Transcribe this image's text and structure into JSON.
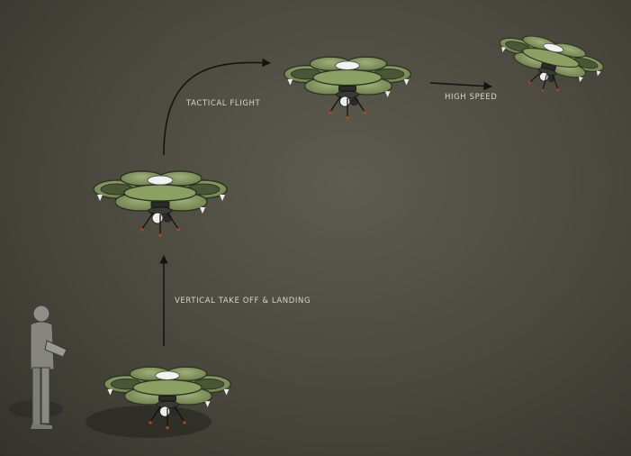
{
  "labels": {
    "tactical_flight": "TACTICAL FLIGHT",
    "high_speed": "HIGH SPEED",
    "vtol": "VERTICAL TAKE OFF & LANDING"
  },
  "colors": {
    "rotor_green": "#7e8f5c",
    "rotor_dark": "#3d4a2a",
    "arrow": "#141414",
    "text": "#d8d6cc",
    "figure_gray": "#8a8a86"
  },
  "icons": [
    "operator-figure",
    "drone",
    "arrow"
  ]
}
